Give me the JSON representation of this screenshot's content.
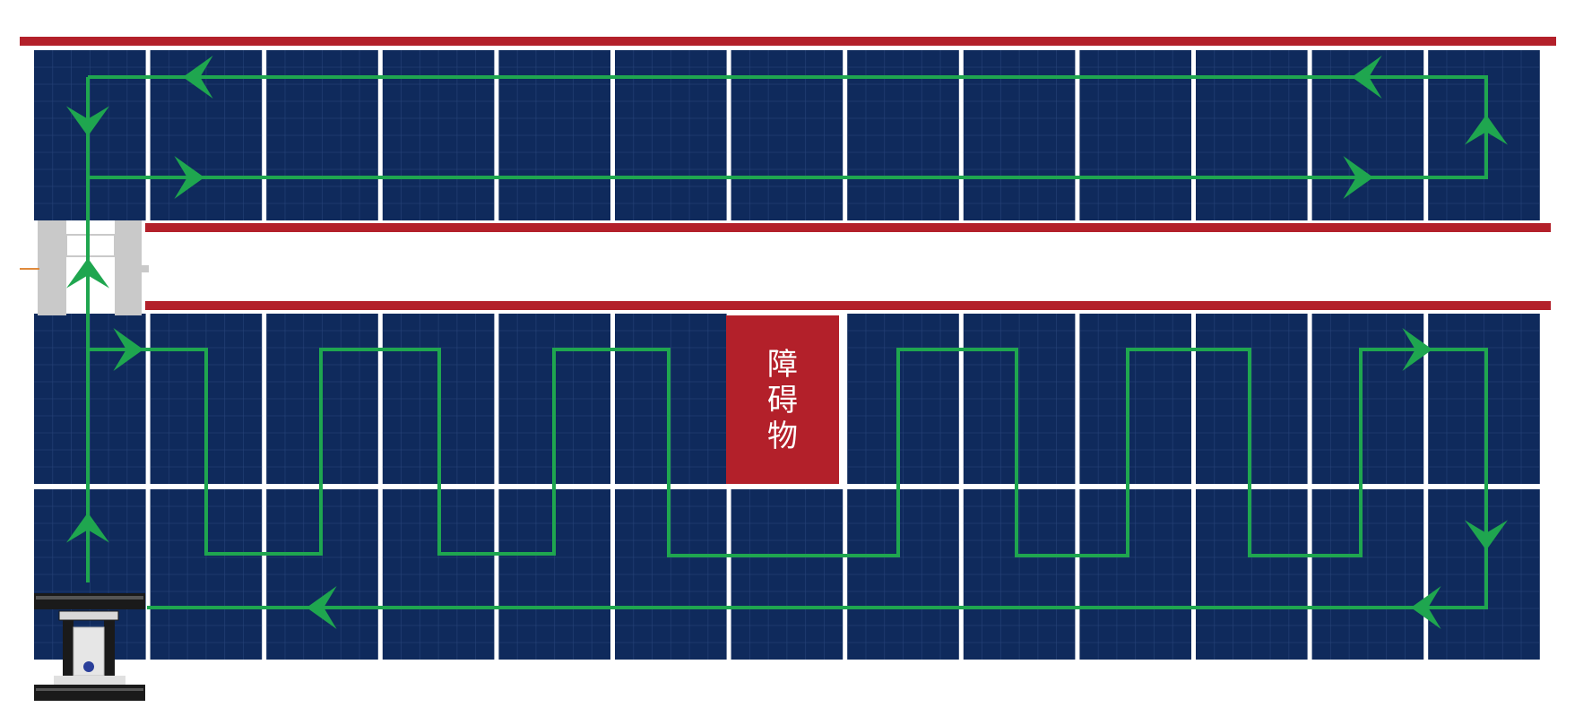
{
  "colors": {
    "background": "#ffffff",
    "rail": "#b3202a",
    "panel": "#0f2a5c",
    "panel_grid": "#2d4a80",
    "panel_gap": "#ffffff",
    "path": "#1fa64f",
    "obstacle": "#b3202a",
    "obstacle_text": "#ffffff",
    "robot_body": "#c9c9c9",
    "robot_dark": "#1a1a1a"
  },
  "diagram": {
    "array_columns": 13,
    "top_array_rows": 1,
    "bottom_array_rows": 2,
    "obstacle": {
      "label_chars": [
        "障",
        "碍",
        "物"
      ],
      "column_index": 6
    },
    "icons": {
      "arrow": "chevron-arrow-icon",
      "docking_station": "docking-station-icon",
      "cleaning_robot": "cleaning-robot-icon",
      "robot_logo": "robot-logo-icon"
    }
  }
}
